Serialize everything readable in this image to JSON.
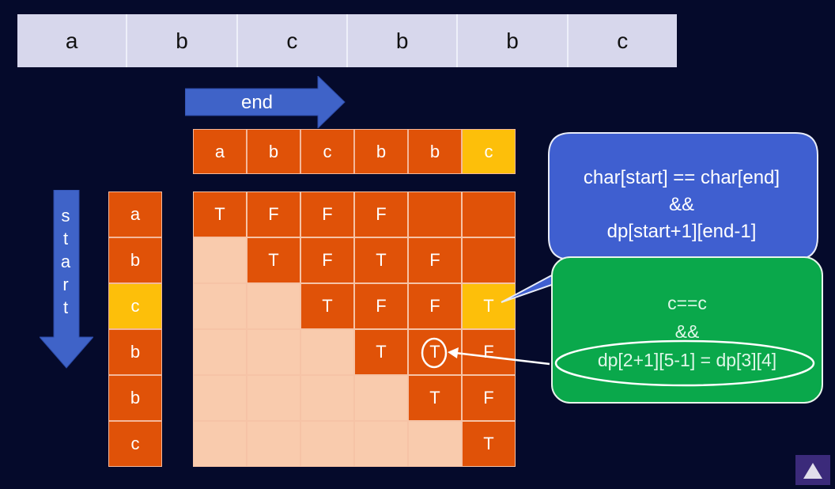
{
  "string_chars": [
    "a",
    "b",
    "c",
    "b",
    "b",
    "c"
  ],
  "end_label": "end",
  "start_label": [
    "s",
    "t",
    "a",
    "r",
    "t"
  ],
  "header_row": {
    "chars": [
      "a",
      "b",
      "c",
      "b",
      "b",
      "c"
    ],
    "highlight_index": 5
  },
  "left_column": {
    "chars": [
      "a",
      "b",
      "c",
      "b",
      "b",
      "c"
    ],
    "highlight_index": 2
  },
  "dp_table": [
    [
      "T",
      "F",
      "F",
      "F",
      "",
      ""
    ],
    [
      "",
      "T",
      "F",
      "T",
      "F",
      ""
    ],
    [
      "",
      "",
      "T",
      "F",
      "F",
      "T"
    ],
    [
      "",
      "",
      "",
      "T",
      "T",
      "F"
    ],
    [
      "",
      "",
      "",
      "",
      "T",
      "F"
    ],
    [
      "",
      "",
      "",
      "",
      "",
      "T"
    ]
  ],
  "dp_fill": [
    [
      "dark",
      "dark",
      "dark",
      "dark",
      "dark",
      "dark"
    ],
    [
      "light",
      "dark",
      "dark",
      "dark",
      "dark",
      "dark"
    ],
    [
      "light",
      "light",
      "dark",
      "dark",
      "dark",
      "yellow"
    ],
    [
      "light",
      "light",
      "light",
      "dark",
      "dark",
      "dark"
    ],
    [
      "light",
      "light",
      "light",
      "light",
      "dark",
      "dark"
    ],
    [
      "light",
      "light",
      "light",
      "light",
      "light",
      "dark"
    ]
  ],
  "formula_bubble": {
    "lines": [
      "char[start] == char[end]",
      "&&",
      "dp[start+1][end-1]"
    ]
  },
  "example_bubble": {
    "lines": [
      "c==c",
      "&&",
      "dp[2+1][5-1] = dp[3][4]"
    ]
  },
  "colors": {
    "background": "#050a2b",
    "cell_dark": "#e05208",
    "cell_light": "#f9cbad",
    "highlight": "#fdbf0a",
    "arrow_blue": "#3f63c8",
    "bubble_blue": "#3f5fd0",
    "bubble_green": "#0aa84b"
  }
}
